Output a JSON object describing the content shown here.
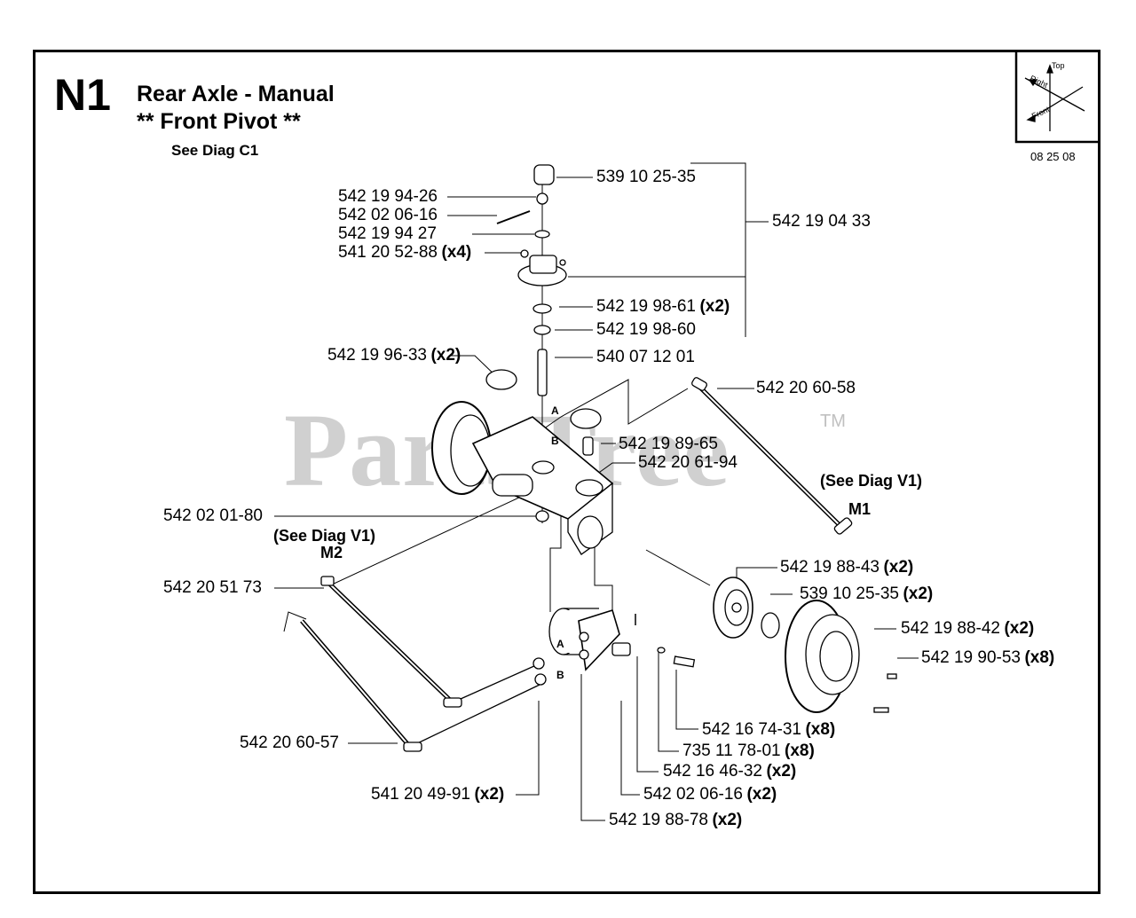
{
  "header": {
    "section_code": "N1",
    "title_line1": "Rear Axle - Manual",
    "title_line2": "** Front Pivot **",
    "see_diag": "See Diag C1",
    "date": "08 25 08"
  },
  "orientation": {
    "top": "Top",
    "right": "Right",
    "front": "Front"
  },
  "watermark": {
    "text": "PartsTree",
    "tm": "TM"
  },
  "parts": {
    "p1": {
      "code": "539 10 25-35",
      "qty": ""
    },
    "p2": {
      "code": "542 19 94-26",
      "qty": ""
    },
    "p3": {
      "code": "542 02 06-16",
      "qty": ""
    },
    "p4": {
      "code": "542 19 94 27",
      "qty": ""
    },
    "p5": {
      "code": "541 20 52-88",
      "qty": "(x4)"
    },
    "p6": {
      "code": "542 19 04 33",
      "qty": ""
    },
    "p7": {
      "code": "542 19 98-61",
      "qty": "(x2)"
    },
    "p8": {
      "code": "542 19 98-60",
      "qty": ""
    },
    "p9": {
      "code": "542 19 96-33",
      "qty": "(x2)"
    },
    "p10": {
      "code": "540 07 12 01",
      "qty": ""
    },
    "p11": {
      "code": "542 20 60-58",
      "qty": ""
    },
    "p12": {
      "code": "542 19 89-65",
      "qty": ""
    },
    "p13": {
      "code": "542 20 61-94",
      "qty": ""
    },
    "p14": {
      "code": "542 02 01-80",
      "qty": ""
    },
    "p15": {
      "code": "542 20 51 73",
      "qty": ""
    },
    "p16": {
      "code": "542 19 88-43",
      "qty": "(x2)"
    },
    "p17": {
      "code": "539 10 25-35",
      "qty": "(x2)"
    },
    "p18": {
      "code": "542 19 88-42",
      "qty": "(x2)"
    },
    "p19": {
      "code": "542 19 90-53",
      "qty": "(x8)"
    },
    "p20": {
      "code": "542 16 74-31",
      "qty": "(x8)"
    },
    "p21": {
      "code": "735 11 78-01",
      "qty": "(x8)"
    },
    "p22": {
      "code": "542 16 46-32",
      "qty": "(x2)"
    },
    "p23": {
      "code": "542 02 06-16",
      "qty": "(x2)"
    },
    "p24": {
      "code": "542 20 60-57",
      "qty": ""
    },
    "p25": {
      "code": "541 20 49-91",
      "qty": "(x2)"
    },
    "p26": {
      "code": "542 19 88-78",
      "qty": "(x2)"
    }
  },
  "refs": {
    "see_v1_right": "(See Diag V1)",
    "see_v1_left": "(See Diag  V1)",
    "m1": "M1",
    "m2": "M2",
    "port_a": "A",
    "port_b": "B"
  }
}
